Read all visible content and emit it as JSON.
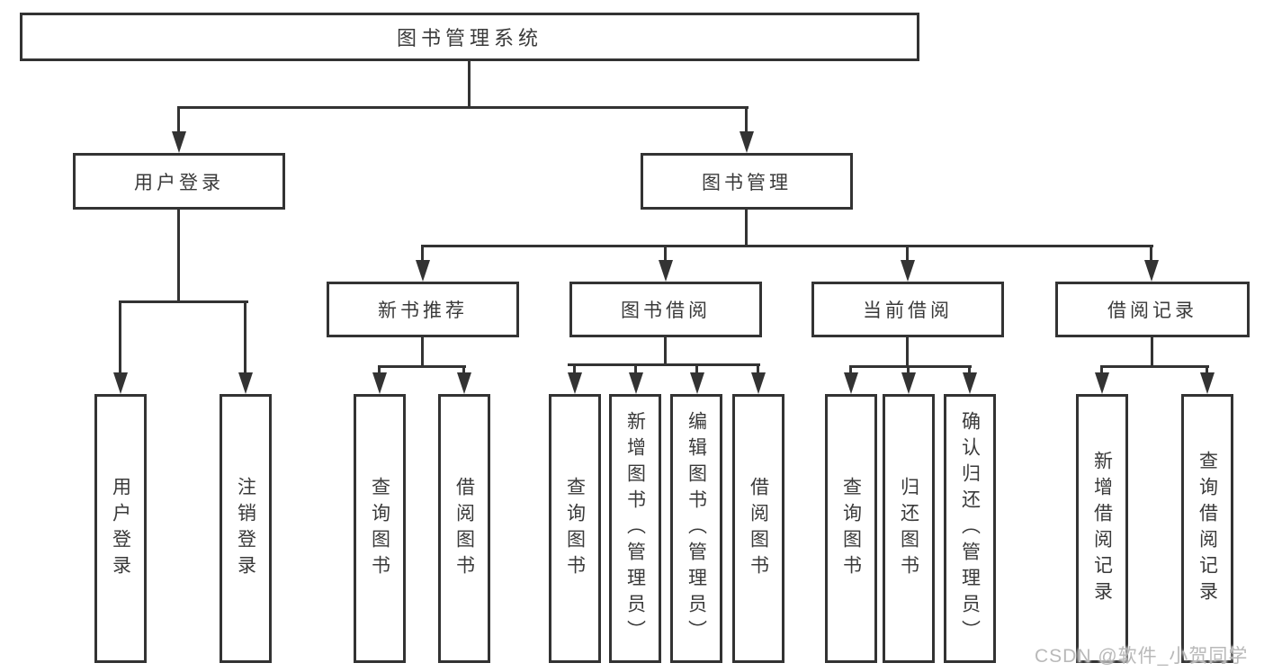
{
  "diagram": {
    "root_label": "图书管理系统",
    "branches": [
      {
        "label": "用户登录",
        "children": [
          "用户登录",
          "注销登录"
        ]
      },
      {
        "label": "图书管理",
        "sections": [
          {
            "label": "新书推荐",
            "children": [
              "查询图书",
              "借阅图书"
            ]
          },
          {
            "label": "图书借阅",
            "children": [
              "查询图书",
              "新增图书（管理员）",
              "编辑图书（管理员）",
              "借阅图书"
            ]
          },
          {
            "label": "当前借阅",
            "children": [
              "查询图书",
              "归还图书",
              "确认归还（管理员）"
            ]
          },
          {
            "label": "借阅记录",
            "children": [
              "新增借阅记录",
              "查询借阅记录"
            ]
          }
        ]
      }
    ]
  },
  "watermark": {
    "text": "CSDN @软件_小贺同学"
  },
  "colors": {
    "line": "#333333",
    "text": "#3a3a3a",
    "watermark": "#b9b9b9",
    "background": "#ffffff"
  }
}
